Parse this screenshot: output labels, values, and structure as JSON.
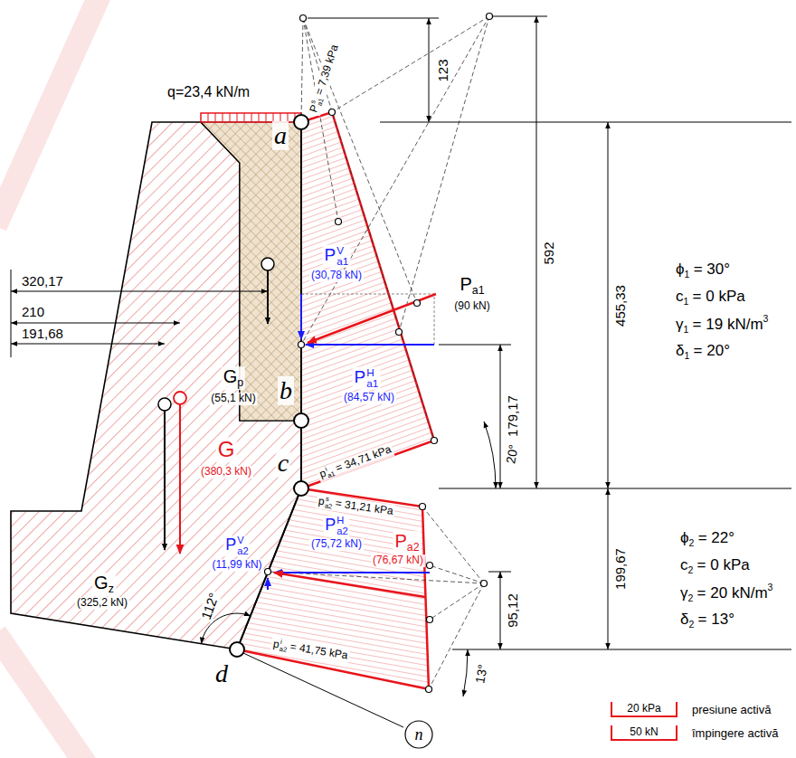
{
  "diagram": {
    "nodes": [
      {
        "text": [
          "n"
        ]
      }
    ],
    "labels": [
      "123",
      "592",
      "455,33",
      "179,17",
      "199,67",
      "95,12",
      "20°",
      "13°",
      "112°",
      "320,17",
      "210",
      "191,68",
      "q=23,4 kN/m",
      "P",
      "s",
      "a1",
      "= 7,39 kPa",
      "p",
      "i",
      "a1",
      "= 34,71 kPa",
      "p",
      "s",
      "a2",
      "= 31,21 kPa",
      "p",
      "i",
      "a2",
      "= 41,75 kPa",
      "P",
      "V",
      "a1",
      "(30,78 kN)",
      "P",
      "a1",
      "(90 kN)",
      "P",
      "H",
      "a1",
      "(84,57 kN)",
      "G",
      "p",
      "(55,1 kN)",
      "G",
      "(380,3 kN)",
      "G",
      "z",
      "(325,2 kN)",
      "P",
      "V",
      "a2",
      "(11,99 kN)",
      "P",
      "H",
      "a2",
      "(75,72 kN)",
      "P",
      "a2",
      "(76,67 kN)",
      "a",
      "b",
      "c",
      "d",
      "ϕ",
      "1",
      "= 30°",
      "c",
      "1",
      "= 0 kPa",
      "γ",
      "1",
      "= 19 kN/m",
      "3",
      "δ",
      "1",
      "= 20°",
      "ϕ",
      "2",
      "= 22°",
      "c",
      "2",
      "= 0 kPa",
      "γ",
      "2",
      "= 20 kN/m",
      "3",
      "δ",
      "2",
      "= 13°",
      "20 kPa",
      "50 kN"
    ],
    "legend": [
      {
        "text": "presiune activă"
      },
      {
        "text": "împingere activă"
      }
    ]
  }
}
